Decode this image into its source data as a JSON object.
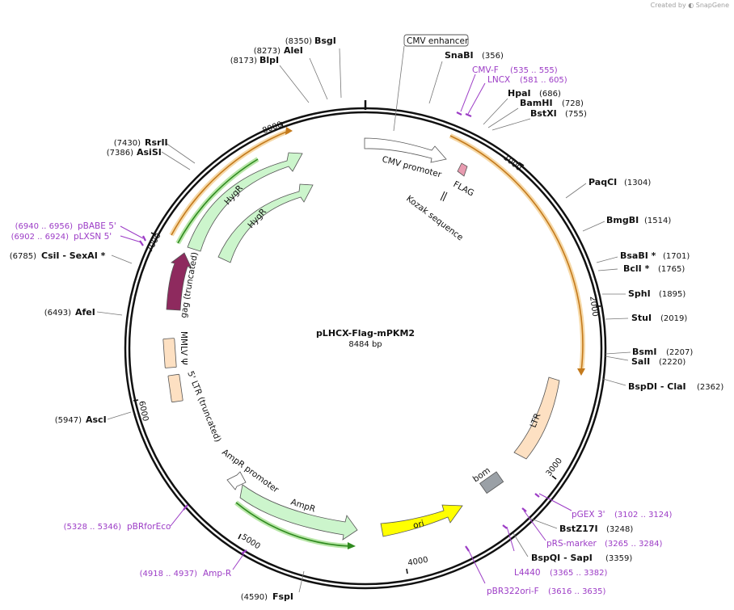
{
  "plasmid": {
    "name": "pLHCX-Flag-mPKM2",
    "length": "8484 bp"
  },
  "watermark": {
    "created_by": "Created by",
    "brand": "SnapGene"
  },
  "ticks": [
    "1000",
    "2000",
    "3000",
    "4000",
    "5000",
    "6000",
    "7000",
    "8000"
  ],
  "sites": [
    {
      "name": "BsgI",
      "pos": "(8350)"
    },
    {
      "name": "AleI",
      "pos": "(8273)"
    },
    {
      "name": "BlpI",
      "pos": "(8173)"
    },
    {
      "name": "SnaBI",
      "pos": "(356)"
    },
    {
      "name": "HpaI",
      "pos": "(686)"
    },
    {
      "name": "BamHI",
      "pos": "(728)"
    },
    {
      "name": "BstXI",
      "pos": "(755)"
    },
    {
      "name": "PaqCI",
      "pos": "(1304)"
    },
    {
      "name": "BmgBI",
      "pos": "(1514)"
    },
    {
      "name": "BsaBI *",
      "pos": "(1701)"
    },
    {
      "name": "BclI *",
      "pos": "(1765)"
    },
    {
      "name": "SphI",
      "pos": "(1895)"
    },
    {
      "name": "StuI",
      "pos": "(2019)"
    },
    {
      "name": "BsmI",
      "pos": "(2207)"
    },
    {
      "name": "SalI",
      "pos": "(2220)"
    },
    {
      "name": "BspDI - ClaI",
      "pos": "(2362)"
    },
    {
      "name": "BstZ17I",
      "pos": "(3248)"
    },
    {
      "name": "BspQI - SapI",
      "pos": "(3359)"
    },
    {
      "name": "FspI",
      "pos": "(4590)"
    },
    {
      "name": "AscI",
      "pos": "(5947)"
    },
    {
      "name": "AfeI",
      "pos": "(6493)"
    },
    {
      "name": "CsiI - SexAI *",
      "pos": "(6785)"
    },
    {
      "name": "RsrII",
      "pos": "(7430)"
    },
    {
      "name": "AsiSI",
      "pos": "(7386)"
    }
  ],
  "primers": [
    {
      "name": "CMV-F",
      "pos": "(535 .. 555)"
    },
    {
      "name": "LNCX",
      "pos": "(581 .. 605)"
    },
    {
      "name": "pGEX 3'",
      "pos": "(3102 .. 3124)"
    },
    {
      "name": "pRS-marker",
      "pos": "(3265 .. 3284)"
    },
    {
      "name": "L4440",
      "pos": "(3365 .. 3382)"
    },
    {
      "name": "pBR322ori-F",
      "pos": "(3616 .. 3635)"
    },
    {
      "name": "Amp-R",
      "pos": "(4918 .. 4937)"
    },
    {
      "name": "pBRforEco",
      "pos": "(5328 .. 5346)"
    },
    {
      "name": "pBABE 5'",
      "pos": "(6940 .. 6956)"
    },
    {
      "name": "pLXSN 5'",
      "pos": "(6902 .. 6924)"
    }
  ],
  "features": {
    "cmv_enhancer": "CMV enhancer",
    "cmv_promoter": "CMV promoter",
    "flag": "FLAG",
    "kozak": "Kozak sequence",
    "ltr": "LTR",
    "bom": "bom",
    "ori": "ori",
    "ampr": "AmpR",
    "ampr_promoter": "AmpR promoter",
    "ltr5": "5' LTR (truncated)",
    "mmlv": "MMLV Ψ",
    "gag": "gag (truncated)",
    "hygr_outer": "HygR",
    "hygr_inner": "HygR"
  },
  "colors": {
    "backbone": "#111111",
    "primer": "#9c3cc6",
    "orf_orange": "#e8a23c",
    "orf_green": "#2f8a1f",
    "hygr_fill": "#ccf5cc",
    "ampr_fill": "#ccf5cc",
    "ltr_fill": "#fde0c2",
    "ori_fill": "#ffff00",
    "gag_fill": "#8e2a5e",
    "bom_fill": "#9aa0a6",
    "promoter_fill": "#ffffff",
    "flag_fill": "#e89bb0"
  }
}
